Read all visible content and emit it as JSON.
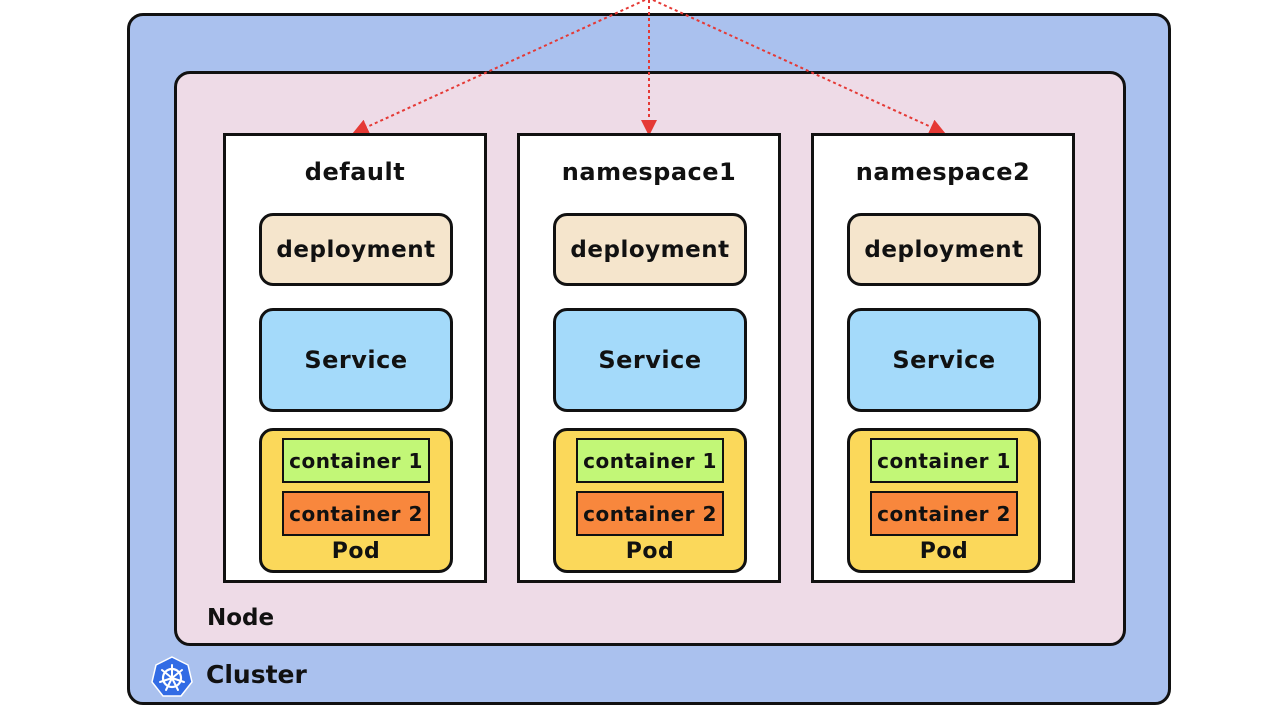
{
  "colors": {
    "cluster": "#aac1ee",
    "node": "#eedbe7",
    "deployment": "#f5e5cc",
    "service": "#a4dafa",
    "pod": "#fbd85a",
    "container1": "#c2f777",
    "container2": "#f8873d",
    "arrow": "#e53935",
    "k8s": "#326ce5"
  },
  "namespaces": [
    {
      "title": "default",
      "deployment": "deployment",
      "service": "Service",
      "containers": [
        "container 1",
        "container 2"
      ],
      "pod": "Pod"
    },
    {
      "title": "namespace1",
      "deployment": "deployment",
      "service": "Service",
      "containers": [
        "container 1",
        "container 2"
      ],
      "pod": "Pod"
    },
    {
      "title": "namespace2",
      "deployment": "deployment",
      "service": "Service",
      "containers": [
        "container 1",
        "container 2"
      ],
      "pod": "Pod"
    }
  ],
  "node_label": "Node",
  "cluster_label": "Cluster",
  "icons": {
    "cluster": "kubernetes-icon"
  }
}
